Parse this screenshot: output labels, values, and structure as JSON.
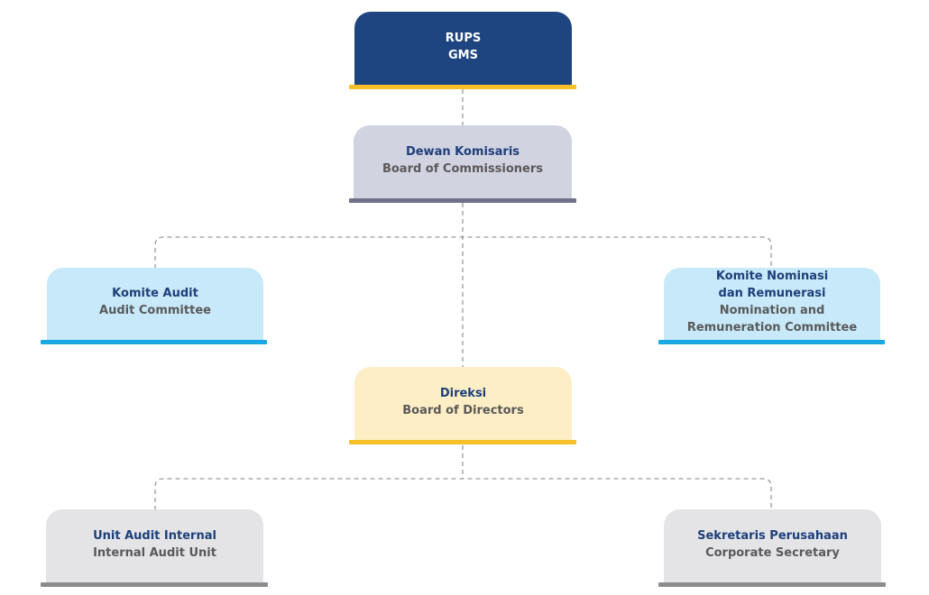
{
  "colors": {
    "gms_fill": "#1e4580",
    "gms_bar": "#f5c02a",
    "boc_fill": "#d2d3e0",
    "boc_bar": "#6f7389",
    "committee_fill": "#c8e9f9",
    "committee_bar": "#1aa8e4",
    "bod_fill": "#fdeec5",
    "bod_bar": "#f5c02a",
    "unit_fill": "#e4e4e6",
    "unit_bar": "#8c8c8e",
    "title_text": "#1d3f7a",
    "subtitle_text": "#595959",
    "connector": "#9a9a9a"
  },
  "nodes": {
    "gms": {
      "title": "RUPS",
      "subtitle": "GMS"
    },
    "boc": {
      "title": "Dewan Komisaris",
      "subtitle": "Board of Commissioners"
    },
    "audit_committee": {
      "title": "Komite Audit",
      "subtitle": "Audit Committee"
    },
    "nomination_committee": {
      "title_line1": "Komite Nominasi",
      "title_line2": "dan Remunerasi",
      "subtitle_line1": "Nomination and",
      "subtitle_line2": "Remuneration Committee"
    },
    "bod": {
      "title": "Direksi",
      "subtitle": "Board of Directors"
    },
    "internal_audit": {
      "title": "Unit Audit Internal",
      "subtitle": "Internal Audit Unit"
    },
    "corporate_secretary": {
      "title": "Sekretaris Perusahaan",
      "subtitle": "Corporate Secretary"
    }
  }
}
